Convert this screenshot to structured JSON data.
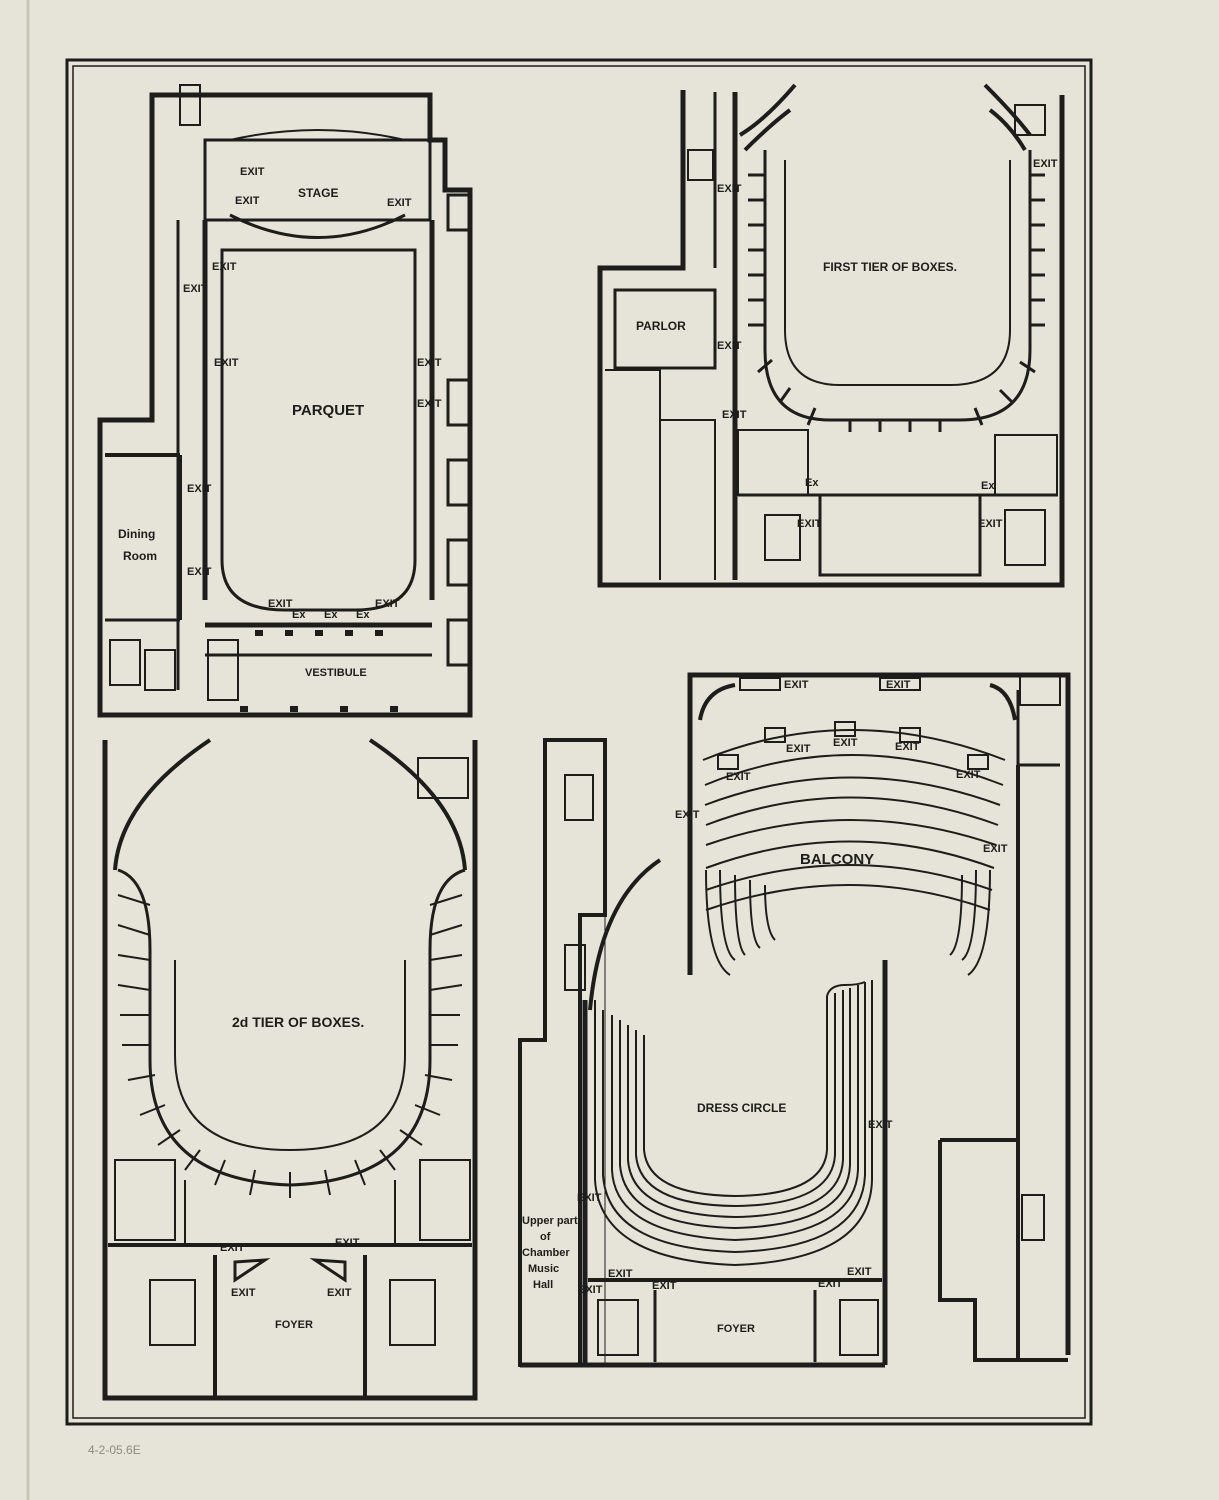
{
  "colors": {
    "paper": "#e6e4d8",
    "ink": "#1d1d1b",
    "pencil": "#8d8b80"
  },
  "plans": {
    "parquet": {
      "stage": "STAGE",
      "parquet": "PARQUET",
      "dining_room_1": "Dining",
      "dining_room_2": "Room",
      "vestibule": "VESTIBULE",
      "exit": "EXIT",
      "ex": "Ex"
    },
    "first_tier": {
      "title": "FIRST TIER OF BOXES.",
      "parlor": "PARLOR",
      "exit": "EXIT",
      "ex": "Ex"
    },
    "second_tier": {
      "title": "2d TIER OF BOXES.",
      "foyer": "FOYER",
      "exit": "EXIT"
    },
    "balcony": {
      "title": "BALCONY",
      "exit": "EXIT"
    },
    "dress_circle": {
      "title": "DRESS CIRCLE",
      "foyer": "FOYER",
      "exit": "EXIT",
      "note_1": "Upper part",
      "note_2": "of",
      "note_3": "Chamber",
      "note_4": "Music",
      "note_5": "Hall"
    }
  },
  "pencil_note": "4-2-05.6E"
}
